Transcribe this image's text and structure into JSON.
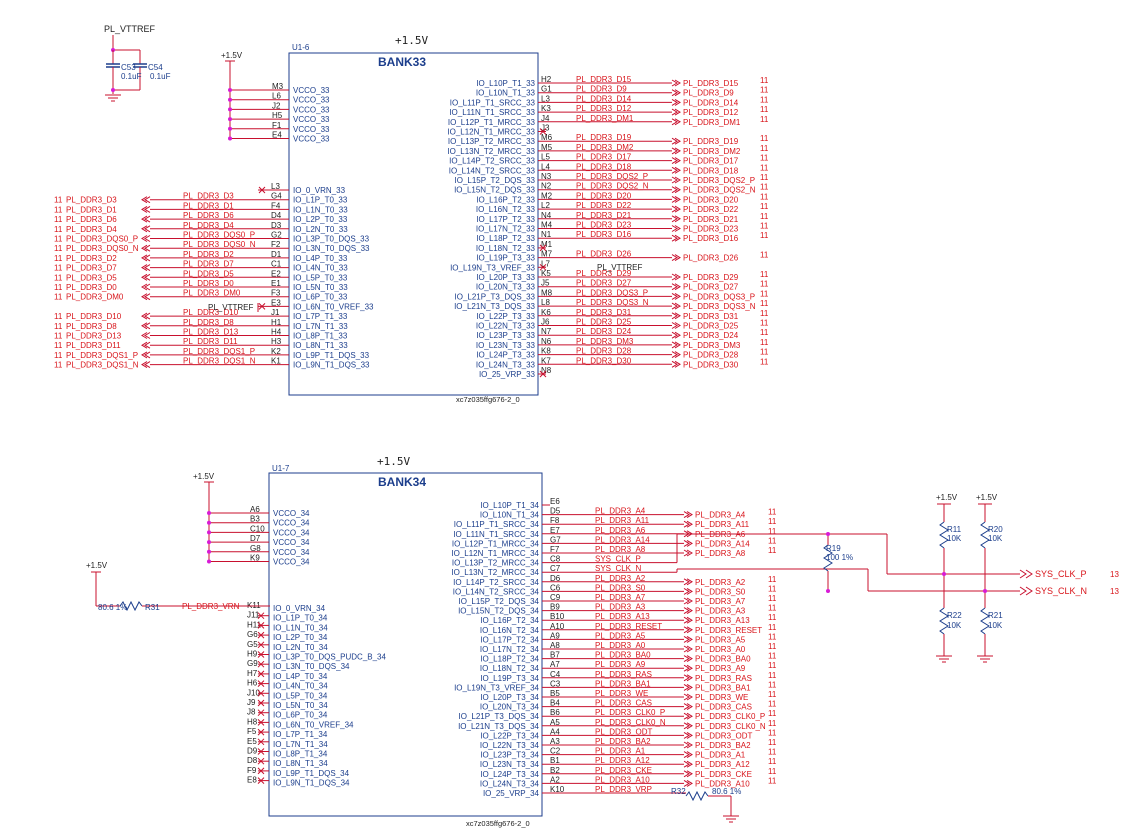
{
  "colors": {
    "wire": "#c8102e",
    "wire_blue": "#1c3e8c",
    "junction": "#d81bd6",
    "text": "#222222",
    "cap": "#1c3e8c"
  },
  "top": {
    "ref": "U1-6",
    "title": "BANK33",
    "part": "xc7z035ffg676-2_0",
    "supply": "+1.5V",
    "rail": "+1.5V",
    "vtt_label": "PL_VTTREF",
    "vtt_label2": "PL_VTTREF",
    "vtt_label3": "PL_VTTREF",
    "cap1_ref": "C53",
    "cap1_val": "0.1uF",
    "cap2_ref": "C54",
    "cap2_val": "0.1uF",
    "vcco": [
      {
        "pin": "M3",
        "name": "VCCO_33"
      },
      {
        "pin": "L6",
        "name": "VCCO_33"
      },
      {
        "pin": "J2",
        "name": "VCCO_33"
      },
      {
        "pin": "H5",
        "name": "VCCO_33"
      },
      {
        "pin": "F1",
        "name": "VCCO_33"
      },
      {
        "pin": "E4",
        "name": "VCCO_33"
      }
    ],
    "left": [
      {
        "pin": "L3",
        "name": "IO_0_VRN_33",
        "net": "",
        "page": ""
      },
      {
        "pin": "G4",
        "name": "IO_L1P_T0_33",
        "net": "PL_DDR3_D3",
        "page": "11"
      },
      {
        "pin": "F4",
        "name": "IO_L1N_T0_33",
        "net": "PL_DDR3_D1",
        "page": "11"
      },
      {
        "pin": "D4",
        "name": "IO_L2P_T0_33",
        "net": "PL_DDR3_D6",
        "page": "11"
      },
      {
        "pin": "D3",
        "name": "IO_L2N_T0_33",
        "net": "PL_DDR3_D4",
        "page": "11"
      },
      {
        "pin": "G2",
        "name": "IO_L3P_T0_DQS_33",
        "net": "PL_DDR3_DQS0_P",
        "page": "11"
      },
      {
        "pin": "F2",
        "name": "IO_L3N_T0_DQS_33",
        "net": "PL_DDR3_DQS0_N",
        "page": "11"
      },
      {
        "pin": "D1",
        "name": "IO_L4P_T0_33",
        "net": "PL_DDR3_D2",
        "page": "11"
      },
      {
        "pin": "C1",
        "name": "IO_L4N_T0_33",
        "net": "PL_DDR3_D7",
        "page": "11"
      },
      {
        "pin": "E2",
        "name": "IO_L5P_T0_33",
        "net": "PL_DDR3_D5",
        "page": "11"
      },
      {
        "pin": "E1",
        "name": "IO_L5N_T0_33",
        "net": "PL_DDR3_D0",
        "page": "11"
      },
      {
        "pin": "F3",
        "name": "IO_L6P_T0_33",
        "net": "PL_DDR3_DM0",
        "page": "11"
      },
      {
        "pin": "E3",
        "name": "IO_L6N_T0_VREF_33",
        "net": "",
        "page": ""
      },
      {
        "pin": "J1",
        "name": "IO_L7P_T1_33",
        "net": "PL_DDR3_D10",
        "page": "11"
      },
      {
        "pin": "H1",
        "name": "IO_L7N_T1_33",
        "net": "PL_DDR3_D8",
        "page": "11"
      },
      {
        "pin": "H4",
        "name": "IO_L8P_T1_33",
        "net": "PL_DDR3_D13",
        "page": "11"
      },
      {
        "pin": "H3",
        "name": "IO_L8N_T1_33",
        "net": "PL_DDR3_D11",
        "page": "11"
      },
      {
        "pin": "K2",
        "name": "IO_L9P_T1_DQS_33",
        "net": "PL_DDR3_DQS1_P",
        "page": "11"
      },
      {
        "pin": "K1",
        "name": "IO_L9N_T1_DQS_33",
        "net": "PL_DDR3_DQS1_N",
        "page": "11"
      }
    ],
    "right": [
      {
        "pin": "H2",
        "name": "IO_L10P_T1_33",
        "net": "PL_DDR3_D15",
        "page": "11"
      },
      {
        "pin": "G1",
        "name": "IO_L10N_T1_33",
        "net": "PL_DDR3_D9",
        "page": "11"
      },
      {
        "pin": "L3",
        "name": "IO_L11P_T1_SRCC_33",
        "net": "PL_DDR3_D14",
        "page": "11"
      },
      {
        "pin": "K3",
        "name": "IO_L11N_T1_SRCC_33",
        "net": "PL_DDR3_D12",
        "page": "11"
      },
      {
        "pin": "J4",
        "name": "IO_L12P_T1_MRCC_33",
        "net": "PL_DDR3_DM1",
        "page": "11"
      },
      {
        "pin": "J3",
        "name": "IO_L12N_T1_MRCC_33",
        "net": "",
        "page": ""
      },
      {
        "pin": "M6",
        "name": "IO_L13P_T2_MRCC_33",
        "net": "PL_DDR3_D19",
        "page": "11"
      },
      {
        "pin": "M5",
        "name": "IO_L13N_T2_MRCC_33",
        "net": "PL_DDR3_DM2",
        "page": "11"
      },
      {
        "pin": "L5",
        "name": "IO_L14P_T2_SRCC_33",
        "net": "PL_DDR3_D17",
        "page": "11"
      },
      {
        "pin": "L4",
        "name": "IO_L14N_T2_SRCC_33",
        "net": "PL_DDR3_D18",
        "page": "11"
      },
      {
        "pin": "N3",
        "name": "IO_L15P_T2_DQS_33",
        "net": "PL_DDR3_DQS2_P",
        "page": "11"
      },
      {
        "pin": "N2",
        "name": "IO_L15N_T2_DQS_33",
        "net": "PL_DDR3_DQS2_N",
        "page": "11"
      },
      {
        "pin": "M2",
        "name": "IO_L16P_T2_33",
        "net": "PL_DDR3_D20",
        "page": "11"
      },
      {
        "pin": "L2",
        "name": "IO_L16N_T2_33",
        "net": "PL_DDR3_D22",
        "page": "11"
      },
      {
        "pin": "N4",
        "name": "IO_L17P_T2_33",
        "net": "PL_DDR3_D21",
        "page": "11"
      },
      {
        "pin": "M4",
        "name": "IO_L17N_T2_33",
        "net": "PL_DDR3_D23",
        "page": "11"
      },
      {
        "pin": "N1",
        "name": "IO_L18P_T2_33",
        "net": "PL_DDR3_D16",
        "page": "11"
      },
      {
        "pin": "M1",
        "name": "IO_L18N_T2_33",
        "net": "",
        "page": ""
      },
      {
        "pin": "M7",
        "name": "IO_L19P_T3_33",
        "net": "PL_DDR3_D26",
        "page": "11"
      },
      {
        "pin": "L7",
        "name": "IO_L19N_T3_VREF_33",
        "net": "",
        "page": ""
      },
      {
        "pin": "K5",
        "name": "IO_L20P_T3_33",
        "net": "PL_DDR3_D29",
        "page": "11"
      },
      {
        "pin": "J5",
        "name": "IO_L20N_T3_33",
        "net": "PL_DDR3_D27",
        "page": "11"
      },
      {
        "pin": "M8",
        "name": "IO_L21P_T3_DQS_33",
        "net": "PL_DDR3_DQS3_P",
        "page": "11"
      },
      {
        "pin": "L8",
        "name": "IO_L21N_T3_DQS_33",
        "net": "PL_DDR3_DQS3_N",
        "page": "11"
      },
      {
        "pin": "K6",
        "name": "IO_L22P_T3_33",
        "net": "PL_DDR3_D31",
        "page": "11"
      },
      {
        "pin": "J6",
        "name": "IO_L22N_T3_33",
        "net": "PL_DDR3_D25",
        "page": "11"
      },
      {
        "pin": "N7",
        "name": "IO_L23P_T3_33",
        "net": "PL_DDR3_D24",
        "page": "11"
      },
      {
        "pin": "N6",
        "name": "IO_L23N_T3_33",
        "net": "PL_DDR3_DM3",
        "page": "11"
      },
      {
        "pin": "K8",
        "name": "IO_L24P_T3_33",
        "net": "PL_DDR3_D28",
        "page": "11"
      },
      {
        "pin": "K7",
        "name": "IO_L24N_T3_33",
        "net": "PL_DDR3_D30",
        "page": "11"
      },
      {
        "pin": "N8",
        "name": "IO_25_VRP_33",
        "net": "",
        "page": ""
      }
    ]
  },
  "bottom": {
    "ref": "U1-7",
    "title": "BANK34",
    "part": "xc7z035ffg676-2_0",
    "supply": "+1.5V",
    "rail": "+1.5V",
    "vrn_rail": "+1.5V",
    "r31_ref": "R31",
    "r31_val": "80.6 1%",
    "r32_ref": "R32",
    "r32_val": "80.6 1%",
    "vrn_net": "PL_DDR3_VRN",
    "vcco": [
      {
        "pin": "A6",
        "name": "VCCO_34"
      },
      {
        "pin": "B3",
        "name": "VCCO_34"
      },
      {
        "pin": "C10",
        "name": "VCCO_34"
      },
      {
        "pin": "D7",
        "name": "VCCO_34"
      },
      {
        "pin": "G8",
        "name": "VCCO_34"
      },
      {
        "pin": "K9",
        "name": "VCCO_34"
      }
    ],
    "left": [
      {
        "pin": "K11",
        "name": "IO_0_VRN_34"
      },
      {
        "pin": "J11",
        "name": "IO_L1P_T0_34"
      },
      {
        "pin": "H11",
        "name": "IO_L1N_T0_34"
      },
      {
        "pin": "G6",
        "name": "IO_L2P_T0_34"
      },
      {
        "pin": "G5",
        "name": "IO_L2N_T0_34"
      },
      {
        "pin": "H9",
        "name": "IO_L3P_T0_DQS_PUDC_B_34"
      },
      {
        "pin": "G9",
        "name": "IO_L3N_T0_DQS_34"
      },
      {
        "pin": "H7",
        "name": "IO_L4P_T0_34"
      },
      {
        "pin": "H6",
        "name": "IO_L4N_T0_34"
      },
      {
        "pin": "J10",
        "name": "IO_L5P_T0_34"
      },
      {
        "pin": "J9",
        "name": "IO_L5N_T0_34"
      },
      {
        "pin": "J8",
        "name": "IO_L6P_T0_34"
      },
      {
        "pin": "H8",
        "name": "IO_L6N_T0_VREF_34"
      },
      {
        "pin": "F5",
        "name": "IO_L7P_T1_34"
      },
      {
        "pin": "E5",
        "name": "IO_L7N_T1_34"
      },
      {
        "pin": "D9",
        "name": "IO_L8P_T1_34"
      },
      {
        "pin": "D8",
        "name": "IO_L8N_T1_34"
      },
      {
        "pin": "F9",
        "name": "IO_L9P_T1_DQS_34"
      },
      {
        "pin": "E8",
        "name": "IO_L9N_T1_DQS_34"
      }
    ],
    "right": [
      {
        "pin": "E6",
        "name": "IO_L10P_T1_34",
        "net": "",
        "page": ""
      },
      {
        "pin": "D5",
        "name": "IO_L10N_T1_34",
        "net": "PL_DDR3_A4",
        "page": "11"
      },
      {
        "pin": "F8",
        "name": "IO_L11P_T1_SRCC_34",
        "net": "PL_DDR3_A11",
        "page": "11"
      },
      {
        "pin": "E7",
        "name": "IO_L11N_T1_SRCC_34",
        "net": "PL_DDR3_A6",
        "page": "11"
      },
      {
        "pin": "G7",
        "name": "IO_L12P_T1_MRCC_34",
        "net": "PL_DDR3_A14",
        "page": "11"
      },
      {
        "pin": "F7",
        "name": "IO_L12N_T1_MRCC_34",
        "net": "PL_DDR3_A8",
        "page": "11"
      },
      {
        "pin": "C8",
        "name": "IO_L13P_T2_MRCC_34",
        "net": "SYS_CLK_P",
        "page": ""
      },
      {
        "pin": "C7",
        "name": "IO_L13N_T2_MRCC_34",
        "net": "SYS_CLK_N",
        "page": ""
      },
      {
        "pin": "D6",
        "name": "IO_L14P_T2_SRCC_34",
        "net": "PL_DDR3_A2",
        "page": "11"
      },
      {
        "pin": "C6",
        "name": "IO_L14N_T2_SRCC_34",
        "net": "PL_DDR3_S0",
        "page": "11"
      },
      {
        "pin": "C9",
        "name": "IO_L15P_T2_DQS_34",
        "net": "PL_DDR3_A7",
        "page": "11"
      },
      {
        "pin": "B9",
        "name": "IO_L15N_T2_DQS_34",
        "net": "PL_DDR3_A3",
        "page": "11"
      },
      {
        "pin": "B10",
        "name": "IO_L16P_T2_34",
        "net": "PL_DDR3_A13",
        "page": "11"
      },
      {
        "pin": "A10",
        "name": "IO_L16N_T2_34",
        "net": "PL_DDR3_RESET",
        "page": "11"
      },
      {
        "pin": "A9",
        "name": "IO_L17P_T2_34",
        "net": "PL_DDR3_A5",
        "page": "11"
      },
      {
        "pin": "A8",
        "name": "IO_L17N_T2_34",
        "net": "PL_DDR3_A0",
        "page": "11"
      },
      {
        "pin": "B7",
        "name": "IO_L18P_T2_34",
        "net": "PL_DDR3_BA0",
        "page": "11"
      },
      {
        "pin": "A7",
        "name": "IO_L18N_T2_34",
        "net": "PL_DDR3_A9",
        "page": "11"
      },
      {
        "pin": "C4",
        "name": "IO_L19P_T3_34",
        "net": "PL_DDR3_RAS",
        "page": "11"
      },
      {
        "pin": "C3",
        "name": "IO_L19N_T3_VREF_34",
        "net": "PL_DDR3_BA1",
        "page": "11"
      },
      {
        "pin": "B5",
        "name": "IO_L20P_T3_34",
        "net": "PL_DDR3_WE",
        "page": "11"
      },
      {
        "pin": "B4",
        "name": "IO_L20N_T3_34",
        "net": "PL_DDR3_CAS",
        "page": "11"
      },
      {
        "pin": "B6",
        "name": "IO_L21P_T3_DQS_34",
        "net": "PL_DDR3_CLK0_P",
        "page": "11"
      },
      {
        "pin": "A5",
        "name": "IO_L21N_T3_DQS_34",
        "net": "PL_DDR3_CLK0_N",
        "page": "11"
      },
      {
        "pin": "A4",
        "name": "IO_L22P_T3_34",
        "net": "PL_DDR3_ODT",
        "page": "11"
      },
      {
        "pin": "A3",
        "name": "IO_L22N_T3_34",
        "net": "PL_DDR3_BA2",
        "page": "11"
      },
      {
        "pin": "C2",
        "name": "IO_L23P_T3_34",
        "net": "PL_DDR3_A1",
        "page": "11"
      },
      {
        "pin": "B1",
        "name": "IO_L23N_T3_34",
        "net": "PL_DDR3_A12",
        "page": "11"
      },
      {
        "pin": "B2",
        "name": "IO_L24P_T3_34",
        "net": "PL_DDR3_CKE",
        "page": "11"
      },
      {
        "pin": "A2",
        "name": "IO_L24N_T3_34",
        "net": "PL_DDR3_A10",
        "page": "11"
      },
      {
        "pin": "K10",
        "name": "IO_25_VRP_34",
        "net": "PL_DDR3_VRP",
        "page": ""
      }
    ]
  },
  "clock": {
    "r19_ref": "R19",
    "r19_val": "100 1%",
    "r11_ref": "R11",
    "r11_val": "10K",
    "r20_ref": "R20",
    "r20_val": "10K",
    "r22_ref": "R22",
    "r22_val": "10K",
    "r21_ref": "R21",
    "r21_val": "10K",
    "rail1": "+1.5V",
    "rail2": "+1.5V",
    "p_label": "SYS_CLK_P",
    "n_label": "SYS_CLK_N",
    "p_page": "13",
    "n_page": "13"
  }
}
